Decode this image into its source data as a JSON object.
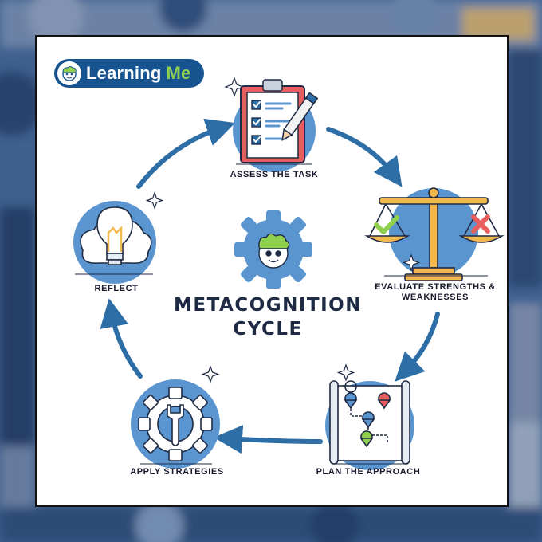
{
  "brand": {
    "word1": "Learning",
    "word2": "Me"
  },
  "title": {
    "line1": "METACOGNITION",
    "line2": "CYCLE"
  },
  "steps": [
    {
      "label": "ASSESS THE TASK",
      "icon": "clipboard-checklist-icon"
    },
    {
      "label_line1": "EVALUATE STRENGTHS &",
      "label_line2": "WEAKNESSES",
      "icon": "balance-scale-icon"
    },
    {
      "label": "PLAN THE APPROACH",
      "icon": "map-route-icon"
    },
    {
      "label": "APPLY STRATEGIES",
      "icon": "gear-wrench-icon"
    },
    {
      "label": "REFLECT",
      "icon": "lightbulb-icon"
    }
  ],
  "colors": {
    "primary_blue": "#2e6ea6",
    "light_blue": "#5b95cf",
    "dark_navy": "#17548f",
    "green": "#8fd14f",
    "red": "#e85d5d",
    "gold": "#f2b84b"
  }
}
